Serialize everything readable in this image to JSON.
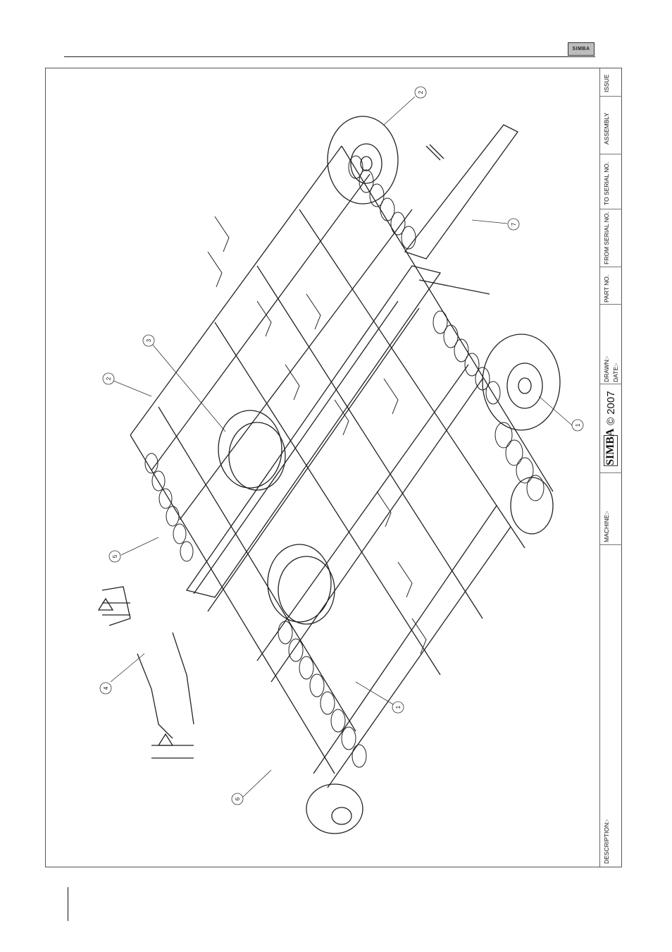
{
  "header": {
    "logo_text": "SIMBA"
  },
  "title_block": {
    "issue": "ISSUE",
    "assembly": "ASSEMBLY",
    "to_serial": "TO SERIAL NO.",
    "from_serial": "FROM SERIAL NO.",
    "part_no": "PART NO.",
    "drawn": "DRAWN:-",
    "date": "DATE:-",
    "brand": "SIMBA",
    "copyright": "© 2007",
    "machine": "MACHINE:-",
    "description": "DESCRIPTION:-"
  },
  "callouts": {
    "c2_top": "2",
    "c7": "7",
    "c3": "3",
    "c2_left": "2",
    "c1_right": "1",
    "c5": "5",
    "c4": "4",
    "c1_bottom": "1",
    "c6": "6"
  }
}
